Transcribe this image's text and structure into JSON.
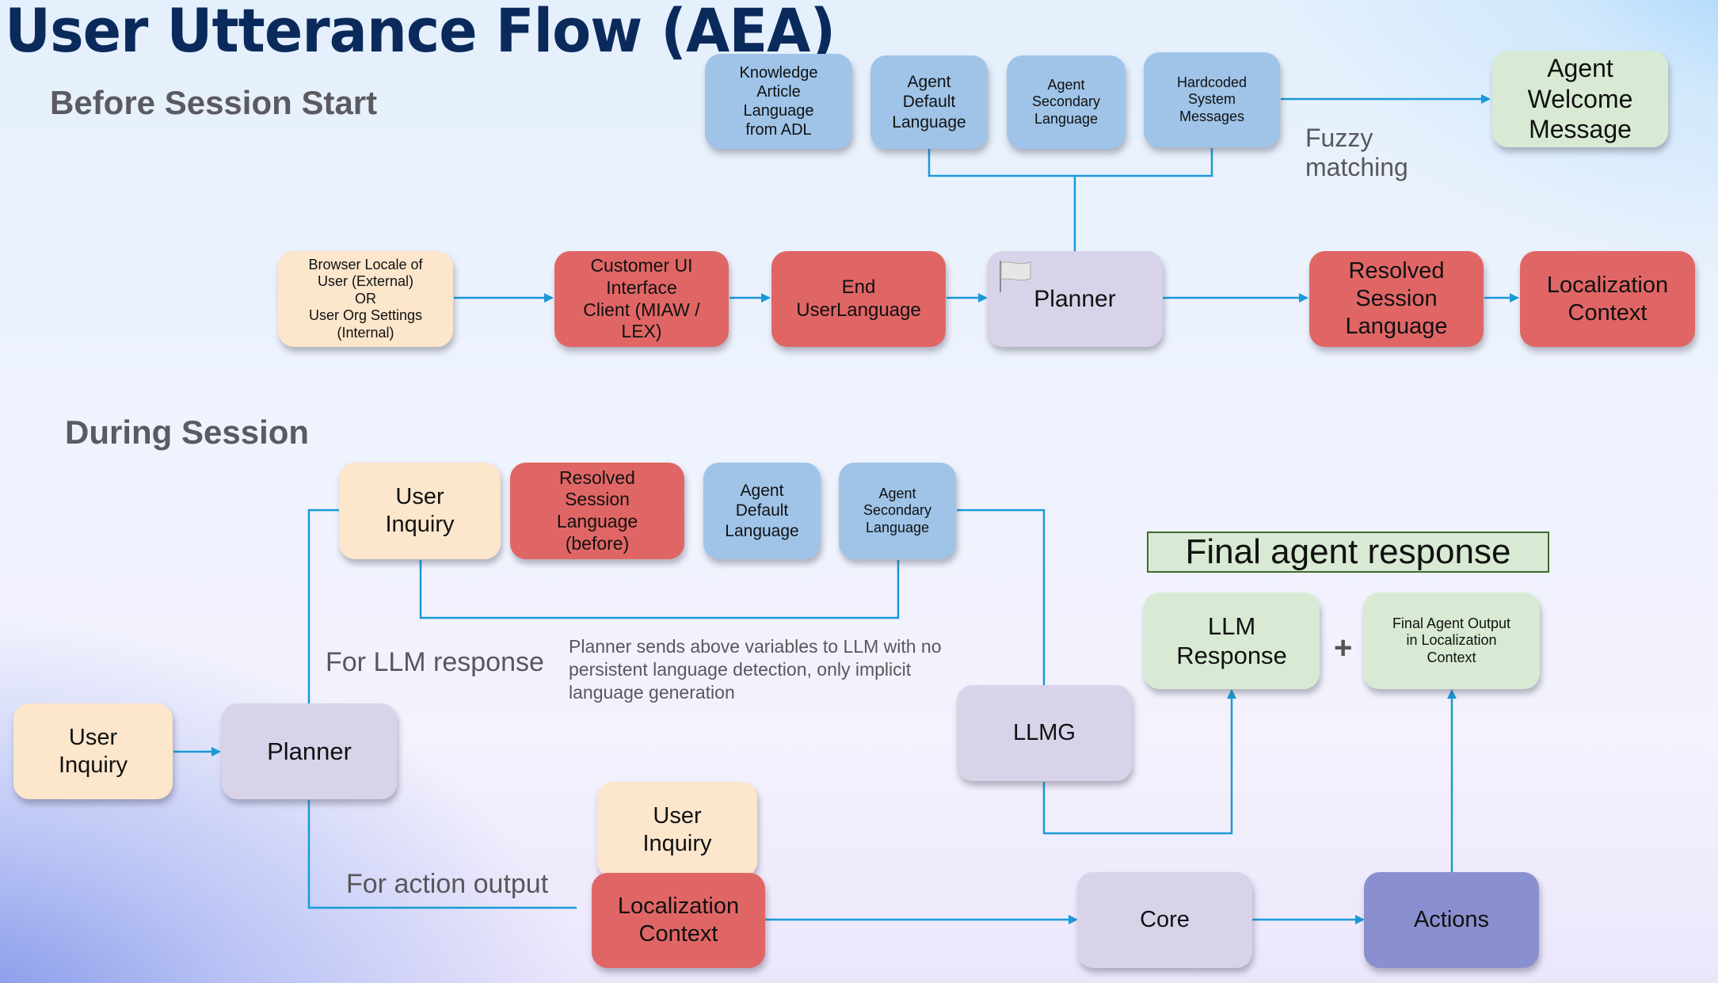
{
  "title": "User Utterance Flow (AEA)",
  "sections": {
    "before": "Before Session Start",
    "during": "During Session"
  },
  "colors": {
    "connector": "#1a9ad6",
    "blue_box": "#9fc4e8",
    "peach_box": "#fce6cc",
    "red_box": "#e06666",
    "lavender_box": "#d9d3ea",
    "green_box": "#d8ead3",
    "purple_box": "#8a8fd0",
    "title": "#0b2a5c"
  },
  "before": {
    "sources": {
      "knowledge_article": "Knowledge\nArticle\nLanguage\nfrom ADL",
      "agent_default": "Agent\nDefault\nLanguage",
      "agent_secondary": "Agent\nSecondary\nLanguage",
      "hardcoded": "Hardcoded\nSystem\nMessages"
    },
    "welcome": "Agent\nWelcome\nMessage",
    "fuzzy_label": "Fuzzy\nmatching",
    "browser_locale": "Browser Locale of\nUser (External)\nOR\nUser Org Settings\n(Internal)",
    "customer_ui": "Customer UI\nInterface\nClient (MIAW /\nLEX)",
    "end_user_language": "End\nUserLanguage",
    "planner": "Planner",
    "planner_icon": "flag-icon",
    "resolved_session": "Resolved\nSession\nLanguage",
    "localization_context": "Localization\nContext"
  },
  "during": {
    "user_inquiry_top": "User\nInquiry",
    "resolved_before": "Resolved\nSession\nLanguage\n(before)",
    "agent_default": "Agent\nDefault\nLanguage",
    "agent_secondary": "Agent\nSecondary\nLanguage",
    "for_llm_label": "For LLM response",
    "llm_note": "Planner sends above variables to LLM with no\npersistent language detection, only implicit\nlanguage generation",
    "user_inquiry_left": "User\nInquiry",
    "planner": "Planner",
    "llmg": "LLMG",
    "final_banner": "Final agent response",
    "llm_response": "LLM\nResponse",
    "plus": "+",
    "final_output": "Final Agent Output\nin Localization\nContext",
    "user_inquiry_bottom": "User\nInquiry",
    "localization_context": "Localization\nContext",
    "for_action_label": "For action output",
    "core": "Core",
    "actions": "Actions"
  }
}
